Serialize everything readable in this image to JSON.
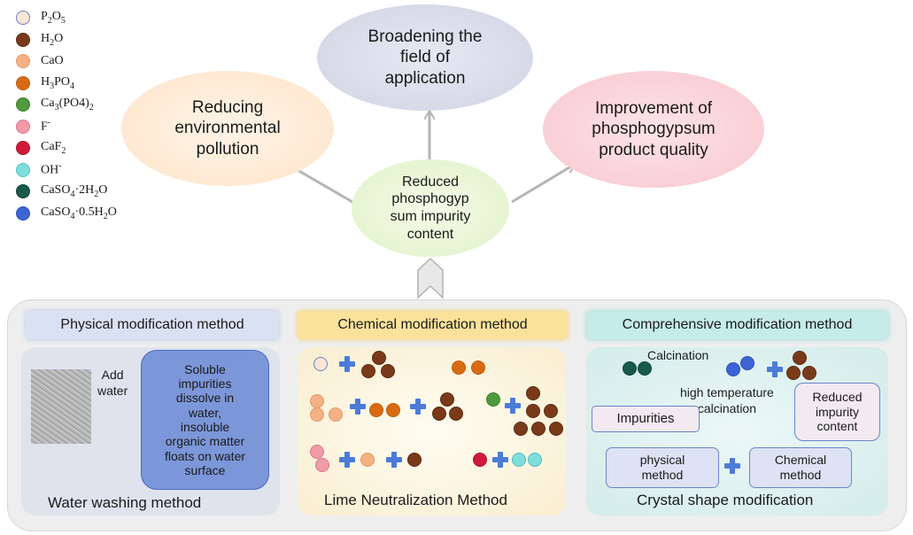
{
  "legend": [
    {
      "label_html": "P<sub>2</sub>O<sub>5</sub>",
      "color": "#fbe6d6",
      "border": "#6b7fc4"
    },
    {
      "label_html": "H<sub>2</sub>O",
      "color": "#7a3a1a",
      "border": "#5a2a10"
    },
    {
      "label_html": "CaO",
      "color": "#f4b183",
      "border": "#e09a6a"
    },
    {
      "label_html": "H<sub>3</sub>PO<sub>4</sub>",
      "color": "#d86b12",
      "border": "#c05c0c"
    },
    {
      "label_html": "Ca<sub>3</sub>(PO4)<sub>2</sub>",
      "color": "#4e9a3c",
      "border": "#3c8030"
    },
    {
      "label_html": "F<sup>-</sup>",
      "color": "#f19aa8",
      "border": "#d97a8a"
    },
    {
      "label_html": "CaF<sub>2</sub>",
      "color": "#d11a3a",
      "border": "#b01030"
    },
    {
      "label_html": "OH<sup>-</sup>",
      "color": "#7fdedc",
      "border": "#4fc0be"
    },
    {
      "label_html": "CaSO<sub>4</sub>·2H<sub>2</sub>O",
      "color": "#175a4c",
      "border": "#0f4438"
    },
    {
      "label_html": "CaSO<sub>4</sub>·0.5H<sub>2</sub>O",
      "color": "#3d64d6",
      "border": "#2c50bc"
    }
  ],
  "ellipses": {
    "environment": [
      "Reducing",
      "environmental",
      "pollution"
    ],
    "application": [
      "Broadening the",
      "field of",
      "application"
    ],
    "quality": [
      "Improvement of",
      "phosphogypsum",
      "product quality"
    ],
    "center": [
      "Reduced",
      "phosphogyp",
      "sum impurity",
      "content"
    ]
  },
  "physical": {
    "header": "Physical modification method",
    "add_water": [
      "Add",
      "water"
    ],
    "box_text": [
      "Soluble",
      "impurities",
      "dissolve in",
      "water,",
      "insoluble",
      "organic matter",
      "floats on water",
      "surface"
    ],
    "method_label": "Water washing method"
  },
  "chemical": {
    "header": "Chemical modification method",
    "method_label": "Lime Neutralization Method"
  },
  "comprehensive": {
    "header": "Comprehensive modification method",
    "calcination": "Calcination",
    "high_temp": [
      "high temperature",
      "calcination"
    ],
    "impurities": "Impurities",
    "reduced": [
      "Reduced",
      "impurity",
      "content"
    ],
    "physical_method": [
      "physical",
      "method"
    ],
    "chemical_method": [
      "Chemical",
      "method"
    ],
    "method_label": "Crystal shape modification"
  },
  "colors": {
    "physical_header": "#d9e2f3",
    "chemical_header": "#fbe29a",
    "comprehensive_header": "#c5ecea",
    "arrow": "#6f9bd8"
  }
}
